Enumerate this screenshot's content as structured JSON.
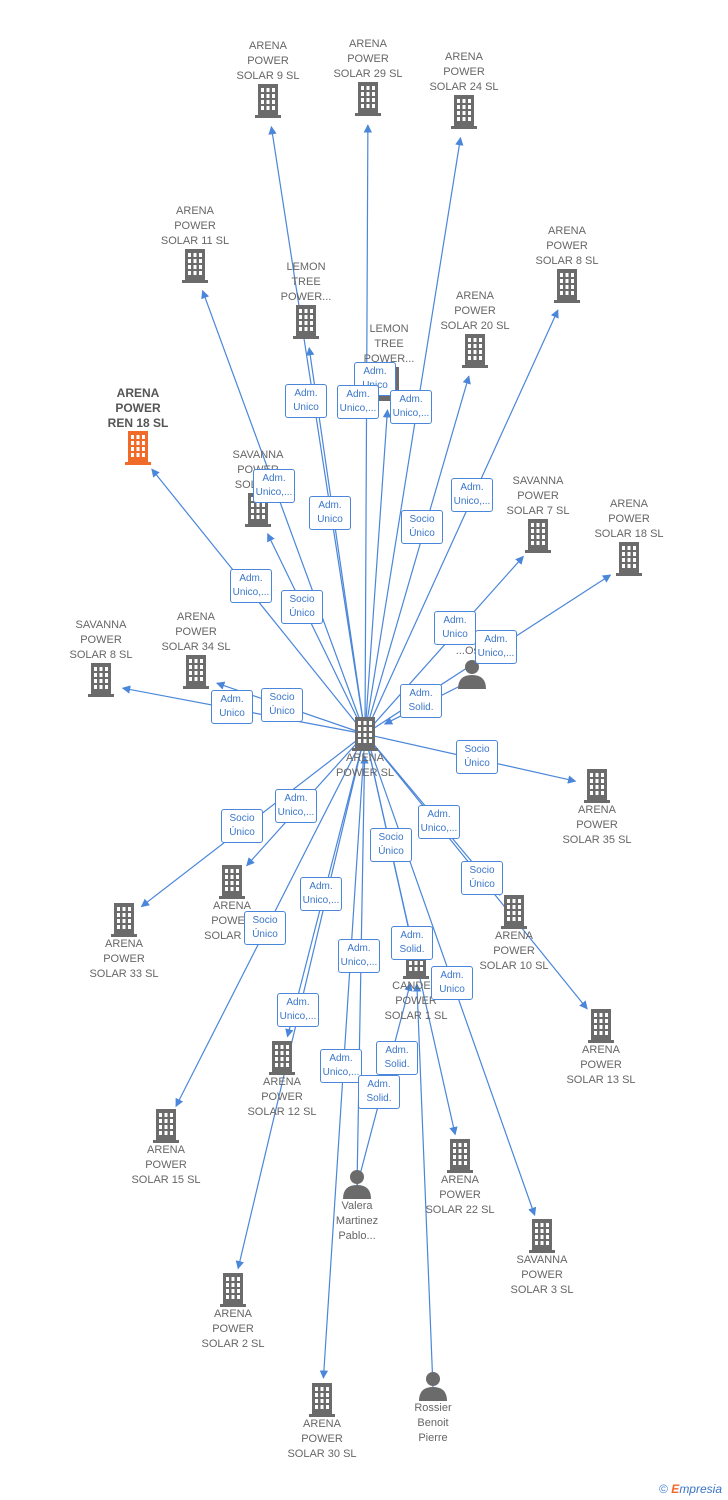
{
  "nodes": [
    {
      "id": "center",
      "type": "company",
      "label": "ARENA\nPOWER  SL"
    },
    {
      "id": "s9",
      "type": "company",
      "label": "ARENA\nPOWER\nSOLAR 9  SL"
    },
    {
      "id": "s29",
      "type": "company",
      "label": "ARENA\nPOWER\nSOLAR 29  SL"
    },
    {
      "id": "s24",
      "type": "company",
      "label": "ARENA\nPOWER\nSOLAR 24  SL"
    },
    {
      "id": "s11",
      "type": "company",
      "label": "ARENA\nPOWER\nSOLAR 11  SL"
    },
    {
      "id": "s8",
      "type": "company",
      "label": "ARENA\nPOWER\nSOLAR 8  SL"
    },
    {
      "id": "lemon1",
      "type": "company",
      "label": "LEMON\nTREE\nPOWER..."
    },
    {
      "id": "s20",
      "type": "company",
      "label": "ARENA\nPOWER\nSOLAR 20  SL"
    },
    {
      "id": "lemon2",
      "type": "company",
      "label": "LEMON\nTREE\nPOWER..."
    },
    {
      "id": "ren18",
      "type": "company",
      "highlight": true,
      "label": "ARENA\nPOWER\nREN 18  SL"
    },
    {
      "id": "sav1",
      "type": "company",
      "label": "SAVANNA\nPOWER\nSOLAR..."
    },
    {
      "id": "sav7",
      "type": "company",
      "label": "SAVANNA\nPOWER\nSOLAR 7  SL"
    },
    {
      "id": "s18",
      "type": "company",
      "label": "ARENA\nPOWER\nSOLAR 18  SL"
    },
    {
      "id": "sav8",
      "type": "company",
      "label": "SAVANNA\nPOWER\nSOLAR 8  SL"
    },
    {
      "id": "s34",
      "type": "company",
      "label": "ARENA\nPOWER\nSOLAR 34  SL"
    },
    {
      "id": "p1",
      "type": "person",
      "label": "...es\n...Os..."
    },
    {
      "id": "s35",
      "type": "company",
      "label": "ARENA\nPOWER\nSOLAR 35  SL"
    },
    {
      "id": "s33",
      "type": "company",
      "label": "ARENA\nPOWER\nSOLAR 33  SL"
    },
    {
      "id": "s3x",
      "type": "company",
      "label": "ARENA\nPOWER\nSOLAR 3..."
    },
    {
      "id": "s10",
      "type": "company",
      "label": "ARENA\nPOWER\nSOLAR 10  SL"
    },
    {
      "id": "cande",
      "type": "company",
      "label": "CANDE...\nPOWER\nSOLAR 1  SL"
    },
    {
      "id": "s13",
      "type": "company",
      "label": "ARENA\nPOWER\nSOLAR 13  SL"
    },
    {
      "id": "s12",
      "type": "company",
      "label": "ARENA\nPOWER\nSOLAR 12  SL"
    },
    {
      "id": "s15",
      "type": "company",
      "label": "ARENA\nPOWER\nSOLAR 15  SL"
    },
    {
      "id": "valera",
      "type": "person",
      "label": "Valera\nMartinez\nPablo..."
    },
    {
      "id": "s22",
      "type": "company",
      "label": "ARENA\nPOWER\nSOLAR 22  SL"
    },
    {
      "id": "sav3",
      "type": "company",
      "label": "SAVANNA\nPOWER\nSOLAR 3  SL"
    },
    {
      "id": "s2",
      "type": "company",
      "label": "ARENA\nPOWER\nSOLAR 2  SL"
    },
    {
      "id": "s30",
      "type": "company",
      "label": "ARENA\nPOWER\nSOLAR 30  SL"
    },
    {
      "id": "rossier",
      "type": "person",
      "label": "Rossier\nBenoit\nPierre"
    }
  ],
  "edges": [
    {
      "from": "center",
      "to": "s9",
      "label": "Adm.\nUnico"
    },
    {
      "from": "center",
      "to": "s29",
      "label": "Adm.\nUnico"
    },
    {
      "from": "center",
      "to": "s24",
      "label": "Socio\nÚnico"
    },
    {
      "from": "center",
      "to": "s11",
      "label": "Adm.\nUnico"
    },
    {
      "from": "center",
      "to": "s8",
      "label": "Adm.\nUnico,..."
    },
    {
      "from": "center",
      "to": "lemon1",
      "label": "Adm.\nUnico,..."
    },
    {
      "from": "center",
      "to": "s20",
      "label": "Adm.\nUnico,..."
    },
    {
      "from": "center",
      "to": "lemon2",
      "label": "Adm.\nUnico,..."
    },
    {
      "from": "center",
      "to": "ren18",
      "label": "Adm.\nUnico,..."
    },
    {
      "from": "center",
      "to": "sav1",
      "label": "Socio\nÚnico"
    },
    {
      "from": "center",
      "to": "sav7",
      "label": "Adm.\nUnico"
    },
    {
      "from": "center",
      "to": "s18",
      "label": "Adm.\nUnico,..."
    },
    {
      "from": "center",
      "to": "sav8",
      "label": "Adm.\nUnico"
    },
    {
      "from": "center",
      "to": "s34",
      "label": "Socio\nÚnico"
    },
    {
      "from": "p1",
      "to": "center",
      "label": "Adm.\nSolid."
    },
    {
      "from": "center",
      "to": "s35",
      "label": "Socio\nÚnico"
    },
    {
      "from": "center",
      "to": "s33",
      "label": "Socio\nÚnico"
    },
    {
      "from": "center",
      "to": "s3x",
      "label": "Adm.\nUnico,..."
    },
    {
      "from": "center",
      "to": "s10",
      "label": "Adm.\nUnico,..."
    },
    {
      "from": "center",
      "to": "cande",
      "label": "Socio\nÚnico"
    },
    {
      "from": "center",
      "to": "s13",
      "label": "Socio\nÚnico"
    },
    {
      "from": "center",
      "to": "s12",
      "label": "Adm.\nUnico,..."
    },
    {
      "from": "center",
      "to": "s15",
      "label": "Socio\nÚnico"
    },
    {
      "from": "valera",
      "to": "center",
      "label": "Adm.\nSolid."
    },
    {
      "from": "center",
      "to": "s22",
      "label": "Adm.\nUnico,..."
    },
    {
      "from": "center",
      "to": "sav3",
      "label": "Adm.\nUnico"
    },
    {
      "from": "center",
      "to": "s2",
      "label": "Adm.\nUnico,..."
    },
    {
      "from": "center",
      "to": "s30",
      "label": "Adm.\nUnico,..."
    },
    {
      "from": "rossier",
      "to": "cande",
      "label": "Adm.\nSolid."
    },
    {
      "from": "valera",
      "to": "cande",
      "label": "Adm.\nSolid."
    }
  ],
  "colors": {
    "edge": "#4a86d9",
    "company": "#6b6b6b",
    "highlight": "#f06a2a",
    "person": "#6b6b6b"
  },
  "footer": {
    "copyright": "©",
    "brand": "mpresia",
    "brand_initial": "E"
  }
}
